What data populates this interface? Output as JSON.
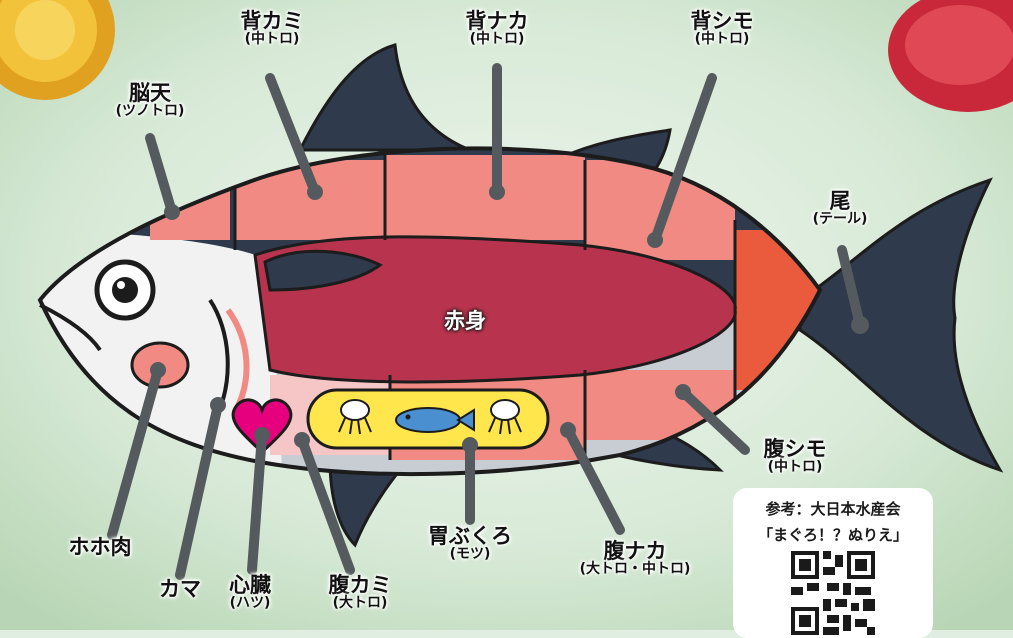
{
  "labels": {
    "se_kami": {
      "main": "背カミ",
      "sub": "(中トロ)"
    },
    "se_naka": {
      "main": "背ナカ",
      "sub": "(中トロ)"
    },
    "se_shimo": {
      "main": "背シモ",
      "sub": "(中トロ)"
    },
    "noten": {
      "main": "脳天",
      "sub": "(ツノトロ)"
    },
    "tail": {
      "main": "尾",
      "sub": "(テール)"
    },
    "akami": {
      "main": "赤身"
    },
    "hara_shimo": {
      "main": "腹シモ",
      "sub": "(中トロ)"
    },
    "hoho": {
      "main": "ホホ肉"
    },
    "kama": {
      "main": "カマ"
    },
    "heart": {
      "main": "心臓",
      "sub": "(ハツ)"
    },
    "hara_kami": {
      "main": "腹カミ",
      "sub": "(大トロ)"
    },
    "stomach": {
      "main": "胃ぶくろ",
      "sub": "(モツ)"
    },
    "hara_naka": {
      "main": "腹ナカ",
      "sub": "(大トロ・中トロ)"
    }
  },
  "reference": {
    "line1": "参考：大日本水産会",
    "line2": "「まぐろ！？ぬりえ」"
  },
  "colors": {
    "chutoro": "#f08a82",
    "otoro": "#f6c6c6",
    "akami": "#b8344e",
    "tail_red": "#ea5a3c",
    "back": "#2f3a4c",
    "belly": "#c8cdd4",
    "heart": "#e6007e",
    "stomach": "#ffe64d",
    "pointer": "#555a5e"
  }
}
